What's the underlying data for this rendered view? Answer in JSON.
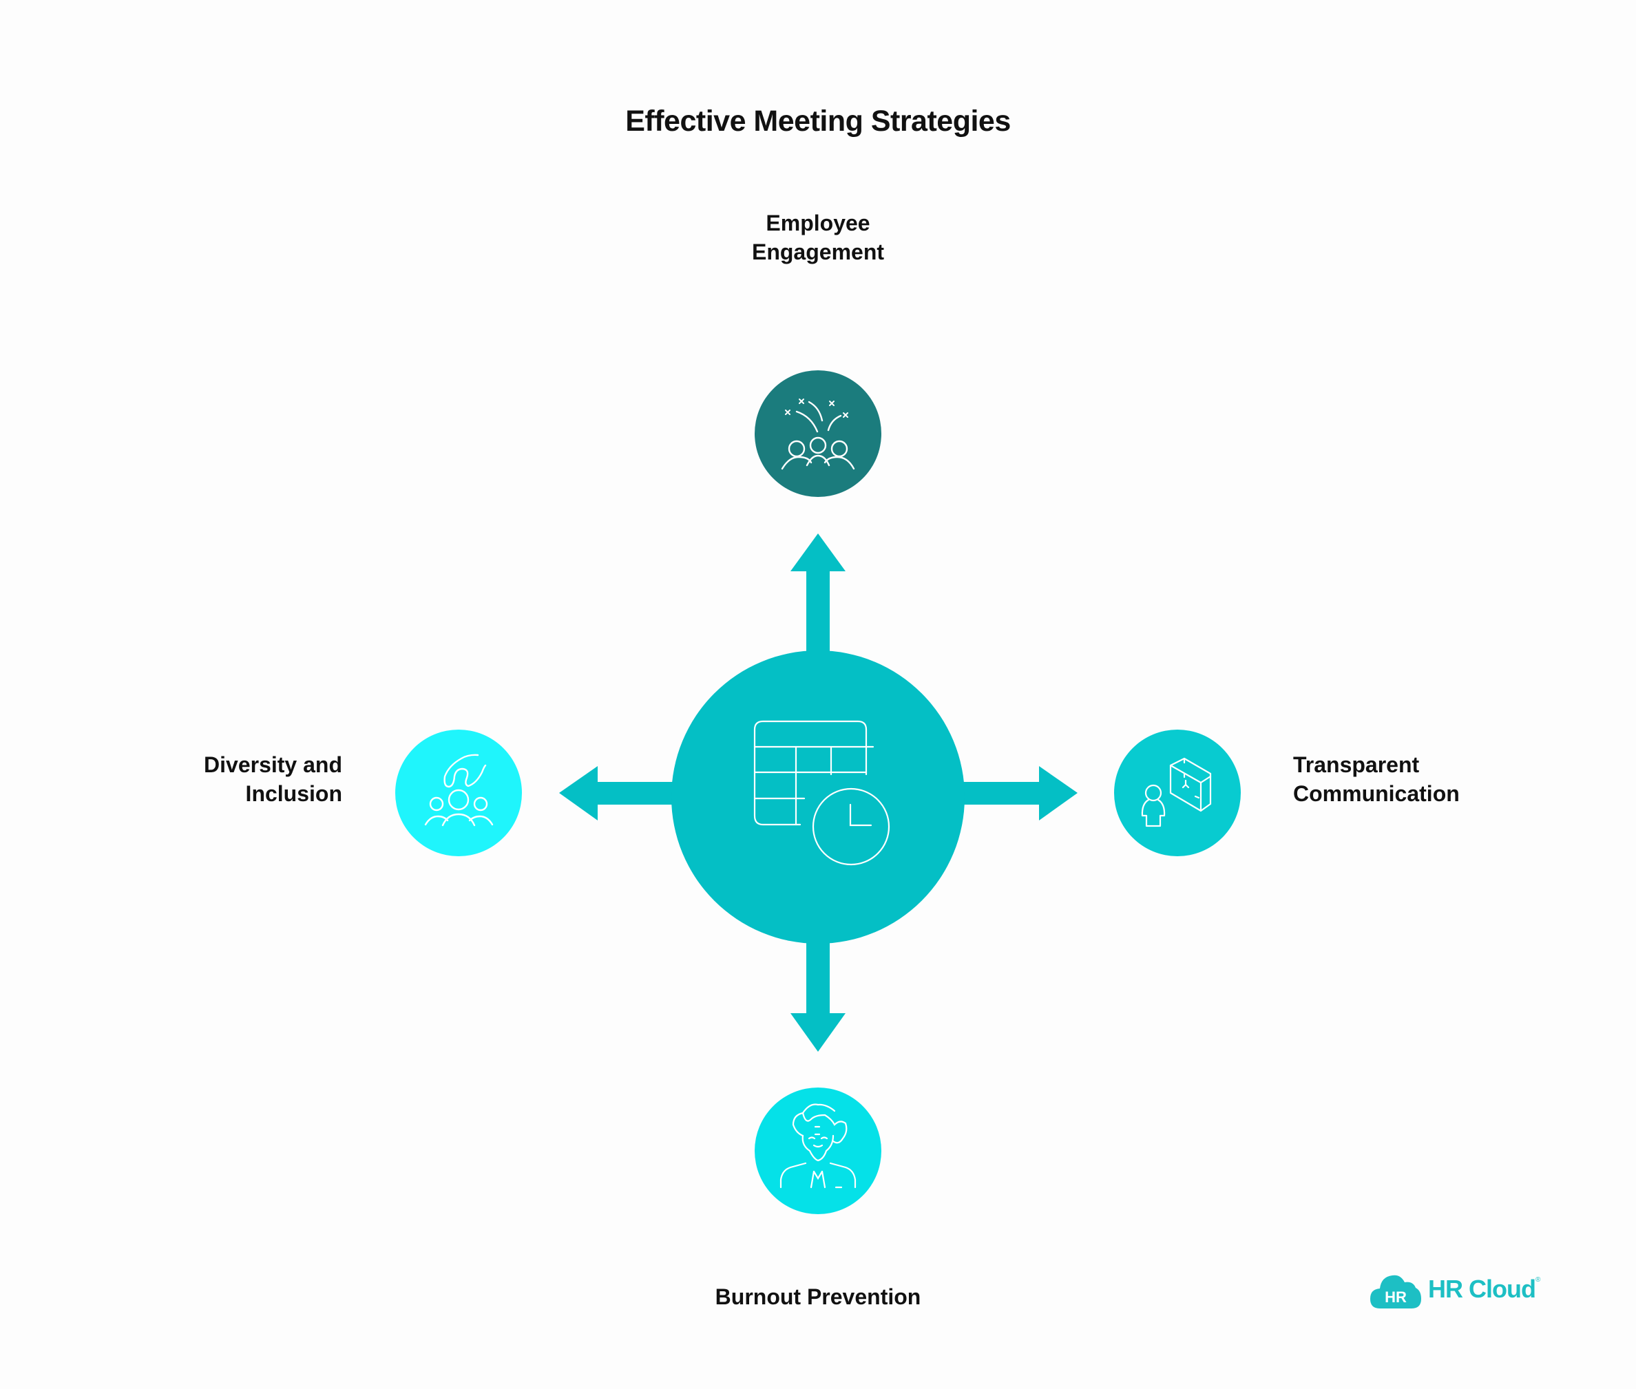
{
  "title": "Effective Meeting Strategies",
  "center": {
    "icon": "calendar-clock-icon",
    "color": "#04bfc5"
  },
  "nodes": [
    {
      "id": "top",
      "lines": [
        "Employee",
        "Engagement"
      ],
      "icon": "celebrating-team-icon",
      "color": "#1b7c7d"
    },
    {
      "id": "left",
      "lines": [
        "Diversity and",
        "Inclusion"
      ],
      "icon": "hand-over-group-icon",
      "color": "#1ff5fc"
    },
    {
      "id": "right",
      "lines": [
        "Transparent",
        "Communication"
      ],
      "icon": "person-with-board-icon",
      "color": "#08cbd0"
    },
    {
      "id": "bottom",
      "lines": [
        "Burnout Prevention"
      ],
      "icon": "calm-person-icon",
      "color": "#05e1e8"
    }
  ],
  "arrow_color": "#04bfc5",
  "logo": {
    "badge": "HR",
    "text": "HR Cloud",
    "registered": "®",
    "color": "#1dbfc4"
  }
}
